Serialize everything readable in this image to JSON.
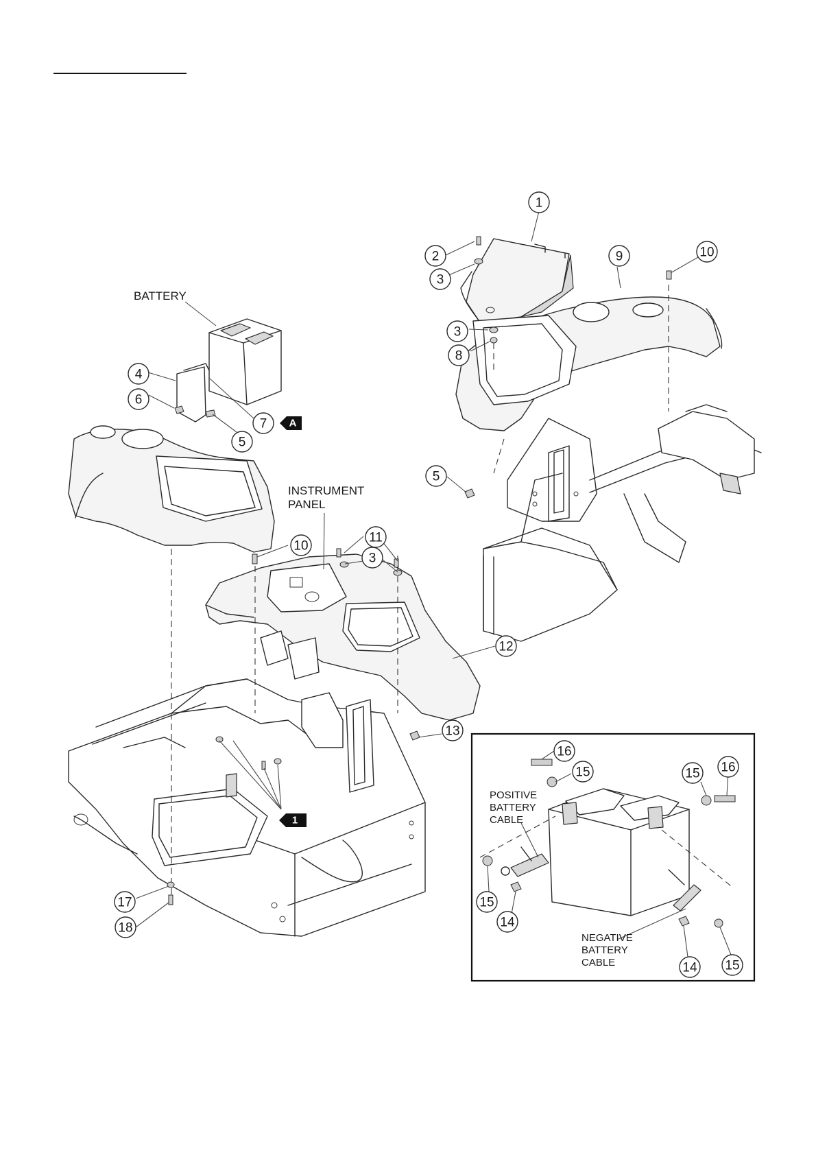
{
  "callouts": {
    "c1": "1",
    "c2": "2",
    "c3a": "3",
    "c3b": "3",
    "c8": "8",
    "c9": "9",
    "c10a": "10",
    "c5a": "5",
    "c4": "4",
    "c6": "6",
    "c7": "7",
    "c5b": "5",
    "c10b": "10",
    "c11": "11",
    "c3c": "3",
    "c12": "12",
    "c13": "13",
    "c17": "17",
    "c18": "18",
    "c16a": "16",
    "c15a": "15",
    "c15b": "15",
    "c16b": "16",
    "c15c": "15",
    "c14a": "14",
    "c14b": "14",
    "c15d": "15"
  },
  "labels": {
    "battery": "BATTERY",
    "instrument_line1": "INSTRUMENT",
    "instrument_line2": "PANEL",
    "pos_line1": "POSITIVE",
    "pos_line2": "BATTERY",
    "pos_line3": "CABLE",
    "neg_line1": "NEGATIVE",
    "neg_line2": "BATTERY",
    "neg_line3": "CABLE"
  },
  "tags": {
    "tag_a": "A",
    "tag_1": "1"
  }
}
